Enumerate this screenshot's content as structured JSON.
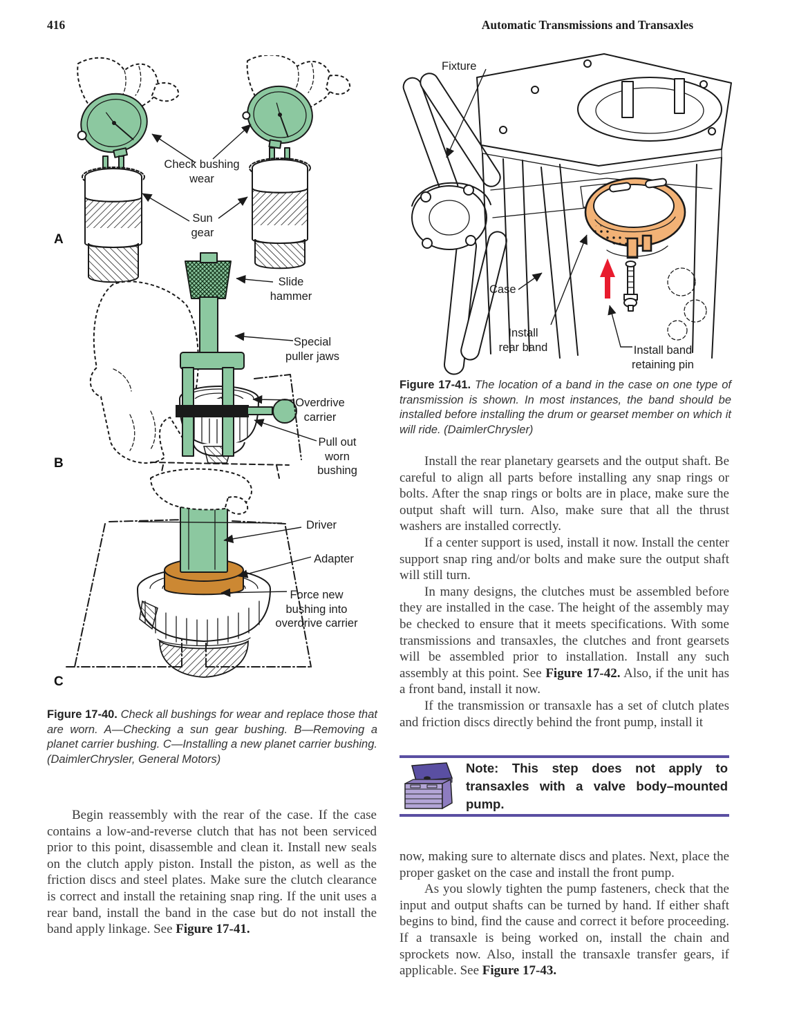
{
  "header": {
    "page_number": "416",
    "running_head": "Automatic Transmissions and Transaxles"
  },
  "colors": {
    "tool_green": "#8cc8a0",
    "band_orange": "#f2b276",
    "adapter_orange": "#cc8833",
    "note_purple": "#5a4fa2",
    "toolbox_light": "#b3a5d6",
    "toolbox_mid": "#8d7cc0",
    "arrow_red": "#e81c2e"
  },
  "figure_17_40": {
    "letters": {
      "a": "A",
      "b": "B",
      "c": "C"
    },
    "labels": {
      "check_bushing_wear": "Check bushing\nwear",
      "sun_gear": "Sun\ngear",
      "slide_hammer": "Slide\nhammer",
      "special_puller_jaws": "Special\npuller jaws",
      "overdrive_carrier": "Overdrive\ncarrier",
      "pull_out_worn_bushing": "Pull out\nworn\nbushing",
      "driver": "Driver",
      "adapter": "Adapter",
      "force_new_bushing": "Force new\nbushing into\noverdrive carrier"
    },
    "caption": [
      {
        "t": "Figure 17-40. ",
        "b": true
      },
      {
        "t": "Check all bushings for wear and replace those that are worn. A—Checking a sun gear bushing. B—Removing a planet carrier bushing. C—Installing a new planet carrier bushing. (DaimlerChrysler, General Motors)",
        "b": false
      }
    ]
  },
  "figure_17_41": {
    "labels": {
      "fixture": "Fixture",
      "case": "Case",
      "install_rear_band": "Install\nrear band",
      "install_band_retaining_pin": "Install band\nretaining pin"
    },
    "caption": [
      {
        "t": "Figure 17-41. ",
        "b": true
      },
      {
        "t": "The location of a band in the case on one type of transmission is shown. In most instances, the band should be installed before installing the drum or gearset member on which it will ride. (DaimlerChrysler)",
        "b": false
      }
    ]
  },
  "left_column": {
    "p1": [
      {
        "t": "Begin reassembly with the rear of the case. If the case contains a low-and-reverse clutch that has not been serviced prior to this point, disassemble and clean it. Install new seals on the clutch apply piston. Install the piston, as well as the friction discs and steel plates. Make sure the clutch clearance is correct and install the retaining snap ring. If the unit uses a rear band, install the band in the case but do not install the band apply linkage. See ",
        "b": false
      },
      {
        "t": "Figure 17-41.",
        "b": true
      }
    ]
  },
  "right_column": {
    "p1": [
      {
        "t": "Install the rear planetary gearsets and the output shaft. Be careful to align all parts before installing any snap rings or bolts. After the snap rings or bolts are in place, make sure the output shaft will turn. Also, make sure that all the thrust washers are installed correctly.",
        "b": false
      }
    ],
    "p2": [
      {
        "t": "If a center support is used, install it now. Install the center support snap ring and/or bolts and make sure the output shaft will still turn.",
        "b": false
      }
    ],
    "p3": [
      {
        "t": "In many designs, the clutches must be assembled before they are installed in the case. The height of the assembly may be checked to ensure that it meets specifications. With some transmissions and transaxles, the clutches and front gearsets will be assembled prior to installation. Install any such assembly at this point. See ",
        "b": false
      },
      {
        "t": "Figure 17-42.",
        "b": true
      },
      {
        "t": " Also, if the unit has a front band, install it now.",
        "b": false
      }
    ],
    "p4": [
      {
        "t": "If the transmission or transaxle has a set of clutch plates and friction discs directly behind the front pump, install it",
        "b": false
      }
    ],
    "note": [
      {
        "t": "Note: This step does not apply to transaxles with a valve body–mounted pump.",
        "b": true
      }
    ],
    "p5": [
      {
        "t": "now, making sure to alternate discs and plates. Next, place the proper gasket on the case and install the front pump.",
        "b": false
      }
    ],
    "p6": [
      {
        "t": "As you slowly tighten the pump fasteners, check that the input and output shafts can be turned by hand. If either shaft begins to bind, find the cause and correct it before proceeding. If a transaxle is being worked on, install the chain and sprockets now. Also, install the transaxle transfer gears, if applicable. See ",
        "b": false
      },
      {
        "t": "Figure 17-43.",
        "b": true
      }
    ]
  }
}
